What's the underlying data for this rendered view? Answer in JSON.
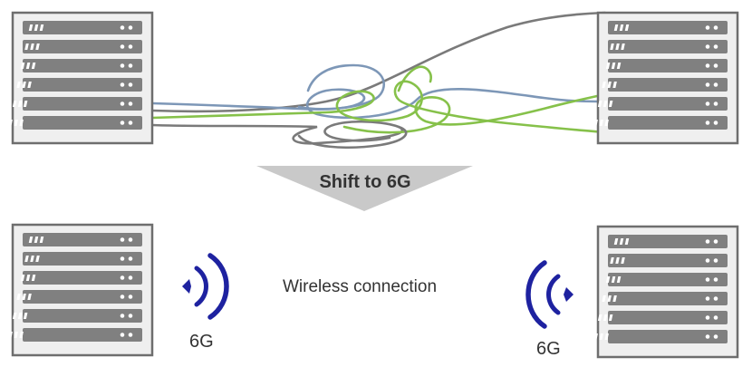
{
  "diagram": {
    "shift_label": "Shift to 6G",
    "wireless_label": "Wireless connection",
    "left_antenna_label": "6G",
    "right_antenna_label": "6G"
  },
  "colors": {
    "rack_frame": "#6e6e6e",
    "rack_fill": "#efefef",
    "slot_fill": "#808080",
    "slot_marks": "#ffffff",
    "cable_gray": "#7a7a7a",
    "cable_blue": "#7d97b7",
    "cable_green": "#86c14a",
    "arrow_fill": "#c9c9c9",
    "signal_blue": "#1e22a0"
  },
  "icons": {
    "server_rack": "server-rack-icon",
    "signal": "wireless-signal-icon"
  }
}
